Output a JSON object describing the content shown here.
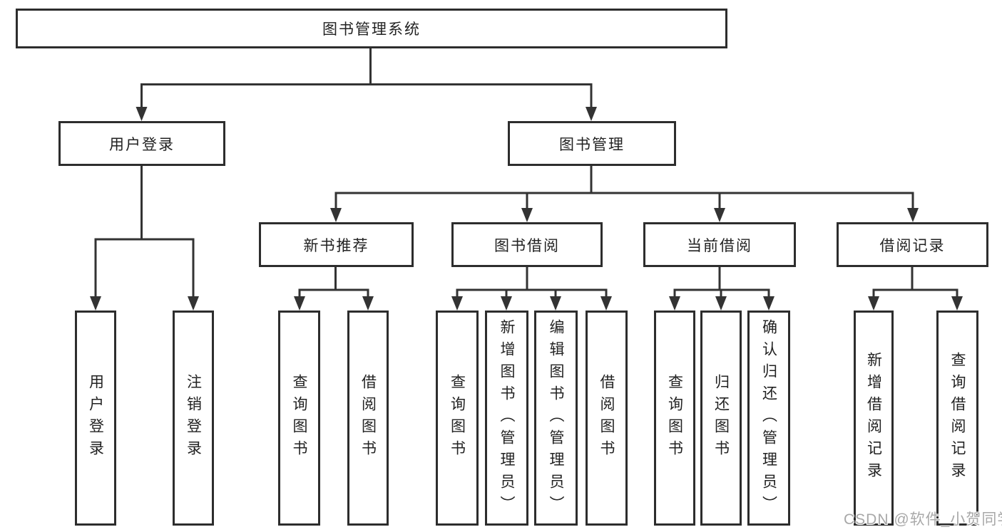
{
  "diagram": {
    "root": "图书管理系统",
    "branch_user": {
      "label": "用户登录",
      "children": [
        "用户登录",
        "注销登录"
      ]
    },
    "branch_book": {
      "label": "图书管理",
      "groups": [
        {
          "label": "新书推荐",
          "children": [
            "查询图书",
            "借阅图书"
          ]
        },
        {
          "label": "图书借阅",
          "children": [
            "查询图书",
            "新增图书（管理员）",
            "编辑图书（管理员）",
            "借阅图书"
          ]
        },
        {
          "label": "当前借阅",
          "children": [
            "查询图书",
            "归还图书",
            "确认归还（管理员）"
          ]
        },
        {
          "label": "借阅记录",
          "children": [
            "新增借阅记录",
            "查询借阅记录"
          ]
        }
      ]
    }
  },
  "watermark": "CSDN @软件_小贺同学",
  "colors": {
    "line": "#333333",
    "text": "#222222",
    "watermark": "#a8a8a8",
    "background": "#ffffff"
  }
}
